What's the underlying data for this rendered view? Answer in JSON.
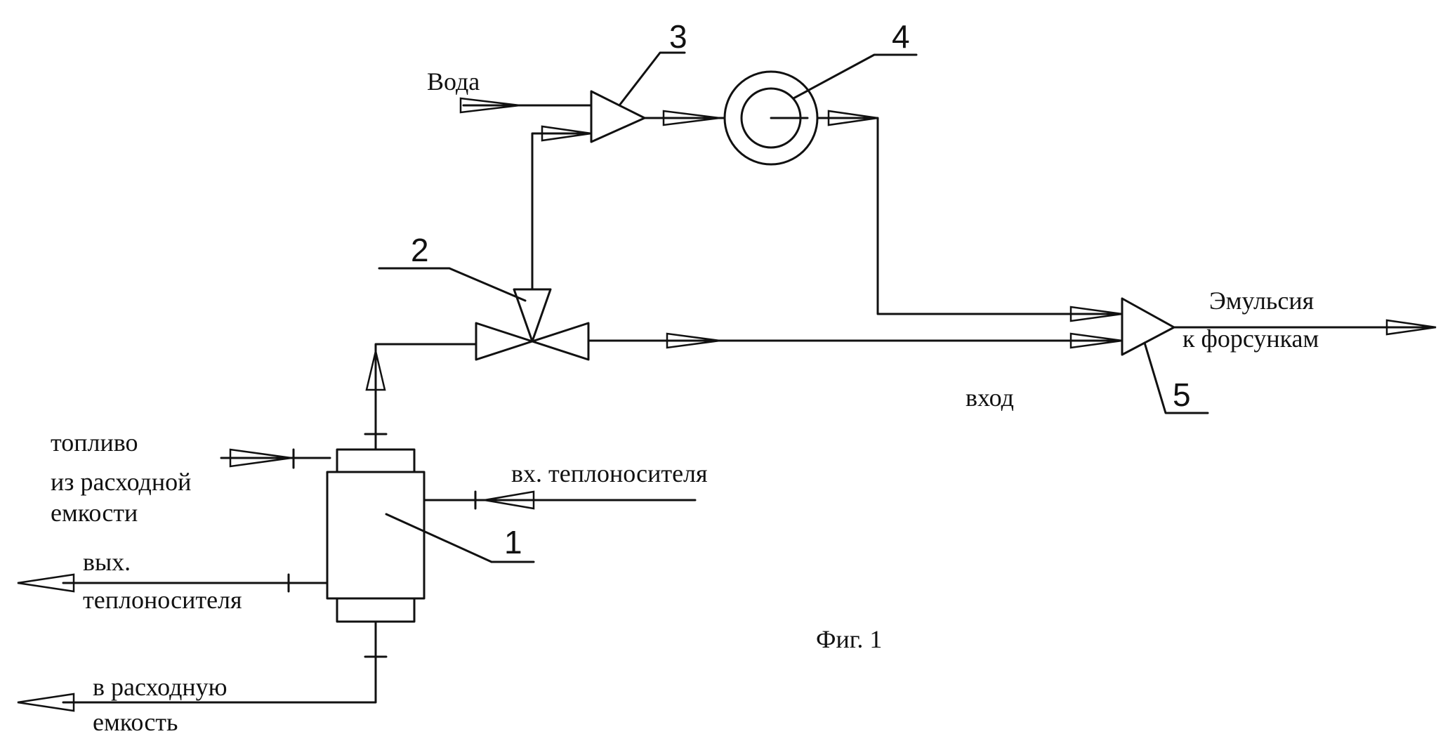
{
  "labels": {
    "voda": "Вода",
    "fuel_line1": "топливо",
    "fuel_line2": "из расходной",
    "fuel_line3": "емкости",
    "heat_in": "вх. теплоносителя",
    "heat_out_line1": "вых.",
    "heat_out_line2": "теплоносителя",
    "to_tank_line1": "в расходную",
    "to_tank_line2": "емкость",
    "emulsion_line1": "Эмульсия",
    "emulsion_line2": "к форсункам",
    "vhod": "вход",
    "figure": "Фиг. 1"
  },
  "components": {
    "n1": "1",
    "n2": "2",
    "n3": "3",
    "n4": "4",
    "n5": "5"
  }
}
